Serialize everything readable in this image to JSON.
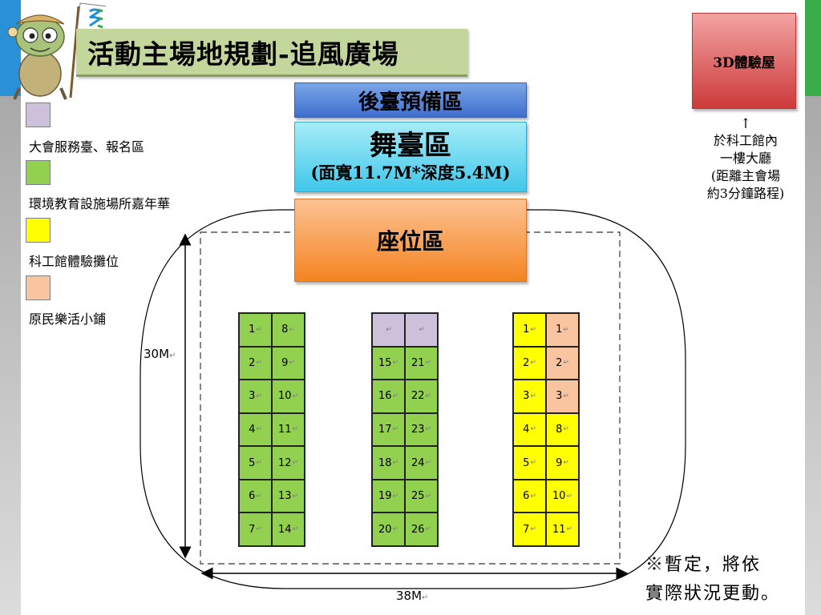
{
  "title": "活動主場地規劃-追風廣場",
  "zones": {
    "backstage": "後臺預備區",
    "stage": "舞臺區",
    "stage_spec": "(面寬11.7M*深度5.4M)",
    "seats": "座位區",
    "experience_house": "3D體驗屋"
  },
  "experience_note": {
    "arrow": "↑",
    "line1": "於科工館內",
    "line2": "一樓大廳",
    "line3": "(距離主會場",
    "line4": "約3分鐘路程)"
  },
  "legend": [
    {
      "label": "大會服務臺、報名區",
      "color": "#ccc0da"
    },
    {
      "label": "環境教育設施場所嘉年華",
      "color": "#92d050"
    },
    {
      "label": "科工館體驗攤位",
      "color": "#ffff00"
    },
    {
      "label": "原民樂活小鋪",
      "color": "#f9c5a0"
    }
  ],
  "dimensions": {
    "height": "30M",
    "width": "38M",
    "mark": "↵"
  },
  "booth_groups": {
    "left": [
      [
        "1",
        "8"
      ],
      [
        "2",
        "9"
      ],
      [
        "3",
        "10"
      ],
      [
        "4",
        "11"
      ],
      [
        "5",
        "12"
      ],
      [
        "6",
        "13"
      ],
      [
        "7",
        "14"
      ]
    ],
    "middle": [
      [
        "",
        ""
      ],
      [
        "15",
        "21"
      ],
      [
        "16",
        "22"
      ],
      [
        "17",
        "23"
      ],
      [
        "18",
        "24"
      ],
      [
        "19",
        "25"
      ],
      [
        "20",
        "26"
      ]
    ],
    "right": [
      [
        "1",
        "1"
      ],
      [
        "2",
        "2"
      ],
      [
        "3",
        "3"
      ],
      [
        "4",
        "8"
      ],
      [
        "5",
        "9"
      ],
      [
        "6",
        "10"
      ],
      [
        "7",
        "11"
      ]
    ]
  },
  "tentative_note": {
    "line1": "※暫定，將依",
    "line2": "實際狀況更動。"
  }
}
